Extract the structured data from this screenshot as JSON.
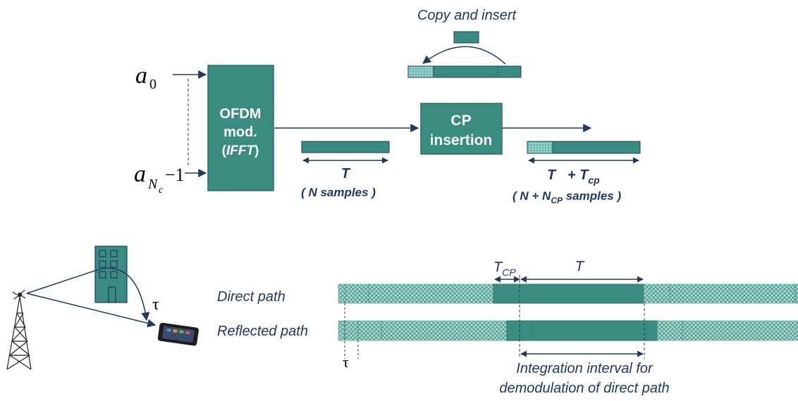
{
  "colors": {
    "teal": "#3b8c80",
    "teal_dark": "#2e6f66",
    "navy": "#1f3864",
    "hatch": "#a7d8d0",
    "arrow": "#1f3864"
  },
  "top": {
    "input_first": "a",
    "input_first_sub": "0",
    "input_last": "a",
    "input_last_sub_n": "N",
    "input_last_sub_c": "c",
    "input_last_suffix": "−1",
    "ofdm_line1": "OFDM",
    "ofdm_line2": "mod.",
    "ofdm_line3": "IFFT",
    "cp_line1": "CP",
    "cp_line2": "insertion",
    "copy_insert": "Copy and insert",
    "t_label": "T",
    "n_samples": "( N samples )",
    "t_plus": "T   + T",
    "t_plus_sub": "cp",
    "n_plus_prefix": "( N + N",
    "n_plus_sub": "CP",
    "n_plus_suffix": " samples )"
  },
  "bottom": {
    "tau_channel": "τ",
    "direct_path": "Direct path",
    "reflected_path": "Reflected path",
    "tcp_label": "T",
    "tcp_sub": "CP",
    "t_label": "T",
    "tau_delay": "τ",
    "integration_line1": "Integration interval for",
    "integration_line2": "demodulation of direct path"
  },
  "icons": {
    "tower": "cell-tower-icon",
    "building": "building-icon",
    "phone": "smartphone-icon"
  }
}
